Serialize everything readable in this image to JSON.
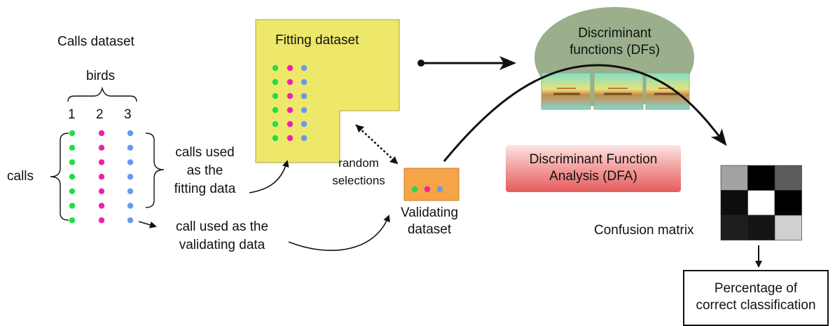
{
  "calls_dataset": {
    "title": "Calls dataset",
    "birds_label": "birds",
    "bird_numbers": [
      "1",
      "2",
      "3"
    ],
    "calls_label": "calls",
    "fitting_annotation": [
      "calls used",
      "as the",
      "fitting data"
    ],
    "validating_annotation": [
      "call used as the",
      "validating data"
    ]
  },
  "fitting_dataset": {
    "title": "Fitting dataset"
  },
  "random_selections": [
    "random",
    "selections"
  ],
  "validating_dataset": {
    "label": [
      "Validating",
      "dataset"
    ]
  },
  "discriminant_functions": {
    "label": [
      "Discriminant",
      "functions (DFs)"
    ]
  },
  "dfa": {
    "label": [
      "Discriminant Function",
      "Analysis (DFA)"
    ]
  },
  "confusion_matrix": {
    "label": "Confusion matrix",
    "cells": [
      [
        "#a3a3a3",
        "#000000",
        "#5c5c5c"
      ],
      [
        "#0d0d0d",
        "#ffffff",
        "#000000"
      ],
      [
        "#1e1e1e",
        "#141414",
        "#d0d0d0"
      ]
    ]
  },
  "result": {
    "label": [
      "Percentage of",
      "correct classification"
    ]
  },
  "colors": {
    "bird1": "#22dd44",
    "bird2": "#ee22aa",
    "bird3": "#6699ee",
    "fitting_box": "#eee86a",
    "validating_box": "#f5a448",
    "ellipse": "#9caf8c"
  }
}
